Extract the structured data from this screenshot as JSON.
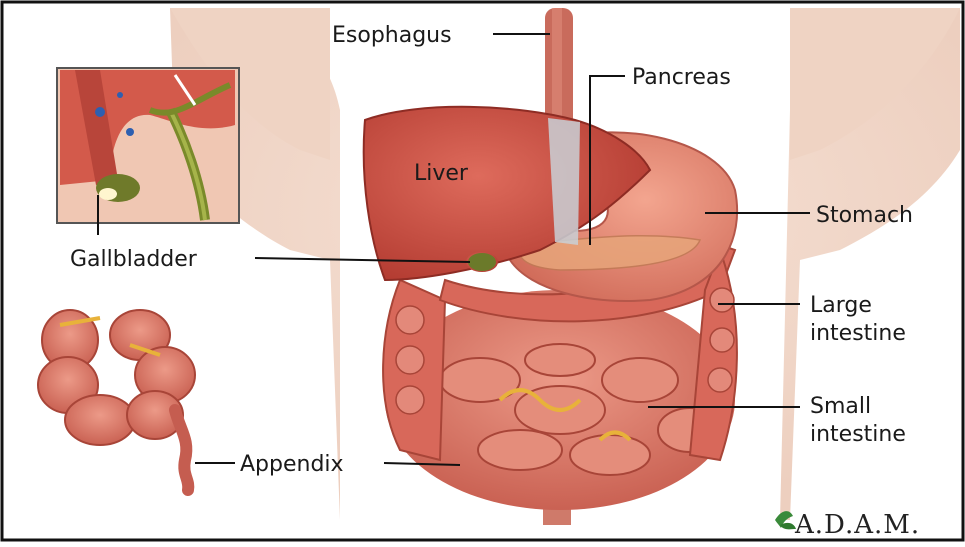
{
  "labels": {
    "esophagus": "Esophagus",
    "pancreas": "Pancreas",
    "liver": "Liver",
    "stomach": "Stomach",
    "gallbladder": "Gallbladder",
    "large_intestine_1": "Large",
    "large_intestine_2": "intestine",
    "small_intestine_1": "Small",
    "small_intestine_2": "intestine",
    "appendix": "Appendix"
  },
  "logo": {
    "text": "A.D.A.M."
  },
  "colors": {
    "skin": "#f4dccf",
    "organ_red": "#d4574a",
    "liver": "#c9463a",
    "intestine": "#d96c5e",
    "gallbladder": "#6f7a2a",
    "frame": "#111111"
  }
}
